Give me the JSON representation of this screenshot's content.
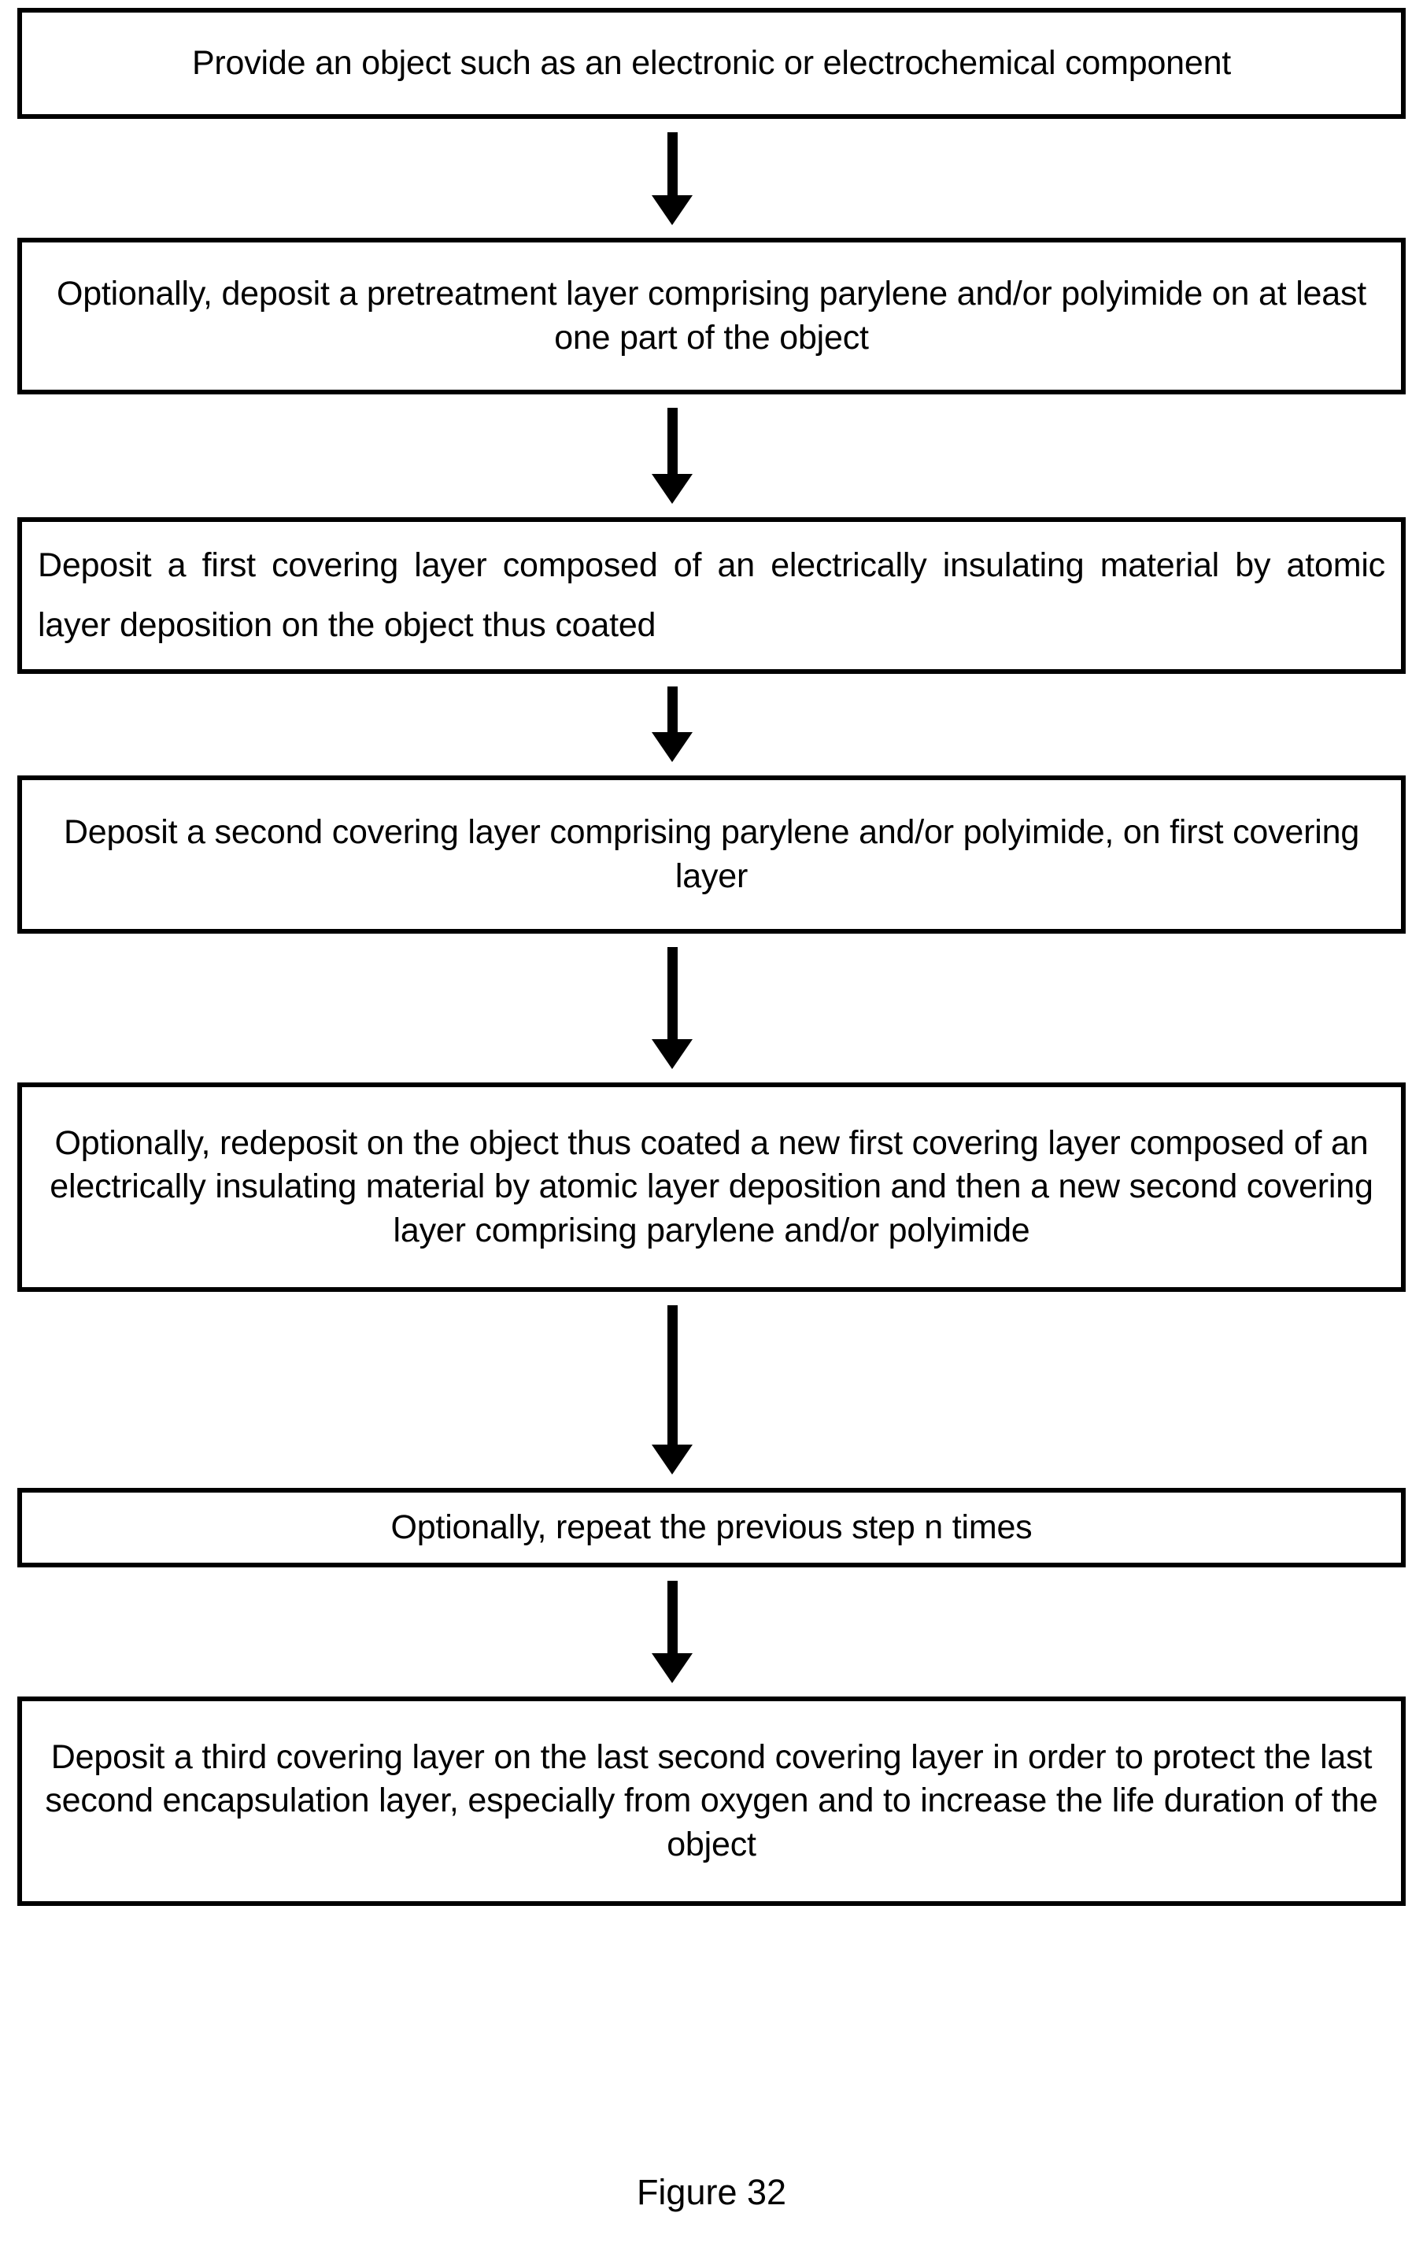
{
  "figure": {
    "caption": "Figure 32",
    "type": "process-flowchart",
    "orientation": "vertical",
    "background_color": "#ffffff",
    "stroke_color": "#000000"
  },
  "flowchart": {
    "steps": [
      {
        "id": "step-1",
        "text": "Provide an object such as an electronic or electrochemical component",
        "align": "center",
        "lines": 1
      },
      {
        "id": "step-2",
        "text": "Optionally, deposit a pretreatment layer comprising parylene and/or polyimide on at least one part of the object",
        "align": "center",
        "lines": 2
      },
      {
        "id": "step-3",
        "text": "Deposit a first covering layer composed of an electrically insulating material by atomic layer deposition on the object thus coated",
        "align": "justify",
        "lines": 2
      },
      {
        "id": "step-4",
        "text": "Deposit a second covering layer comprising parylene and/or polyimide, on first covering layer",
        "align": "center",
        "lines": 2
      },
      {
        "id": "step-5",
        "text": "Optionally, redeposit on the object thus coated a new first covering layer composed of an electrically insulating material by atomic layer deposition and then a new second covering layer comprising parylene and/or polyimide",
        "align": "center",
        "lines": 4
      },
      {
        "id": "step-6",
        "text": "Optionally, repeat the previous step n times",
        "align": "center",
        "lines": 1
      },
      {
        "id": "step-7",
        "text": "Deposit a third covering layer on the last second covering layer in order to protect the last second encapsulation layer, especially from oxygen and to increase the life duration of the object",
        "align": "center",
        "lines": 3
      }
    ],
    "connectors": [
      {
        "id": "connector-1",
        "from": "step-1",
        "to": "step-2",
        "glyph": "down-arrow"
      },
      {
        "id": "connector-2",
        "from": "step-2",
        "to": "step-3",
        "glyph": "down-arrow"
      },
      {
        "id": "connector-3",
        "from": "step-3",
        "to": "step-4",
        "glyph": "down-arrow"
      },
      {
        "id": "connector-4",
        "from": "step-4",
        "to": "step-5",
        "glyph": "down-arrow"
      },
      {
        "id": "connector-5",
        "from": "step-5",
        "to": "step-6",
        "glyph": "down-arrow"
      },
      {
        "id": "connector-6",
        "from": "step-6",
        "to": "step-7",
        "glyph": "down-arrow"
      }
    ]
  }
}
